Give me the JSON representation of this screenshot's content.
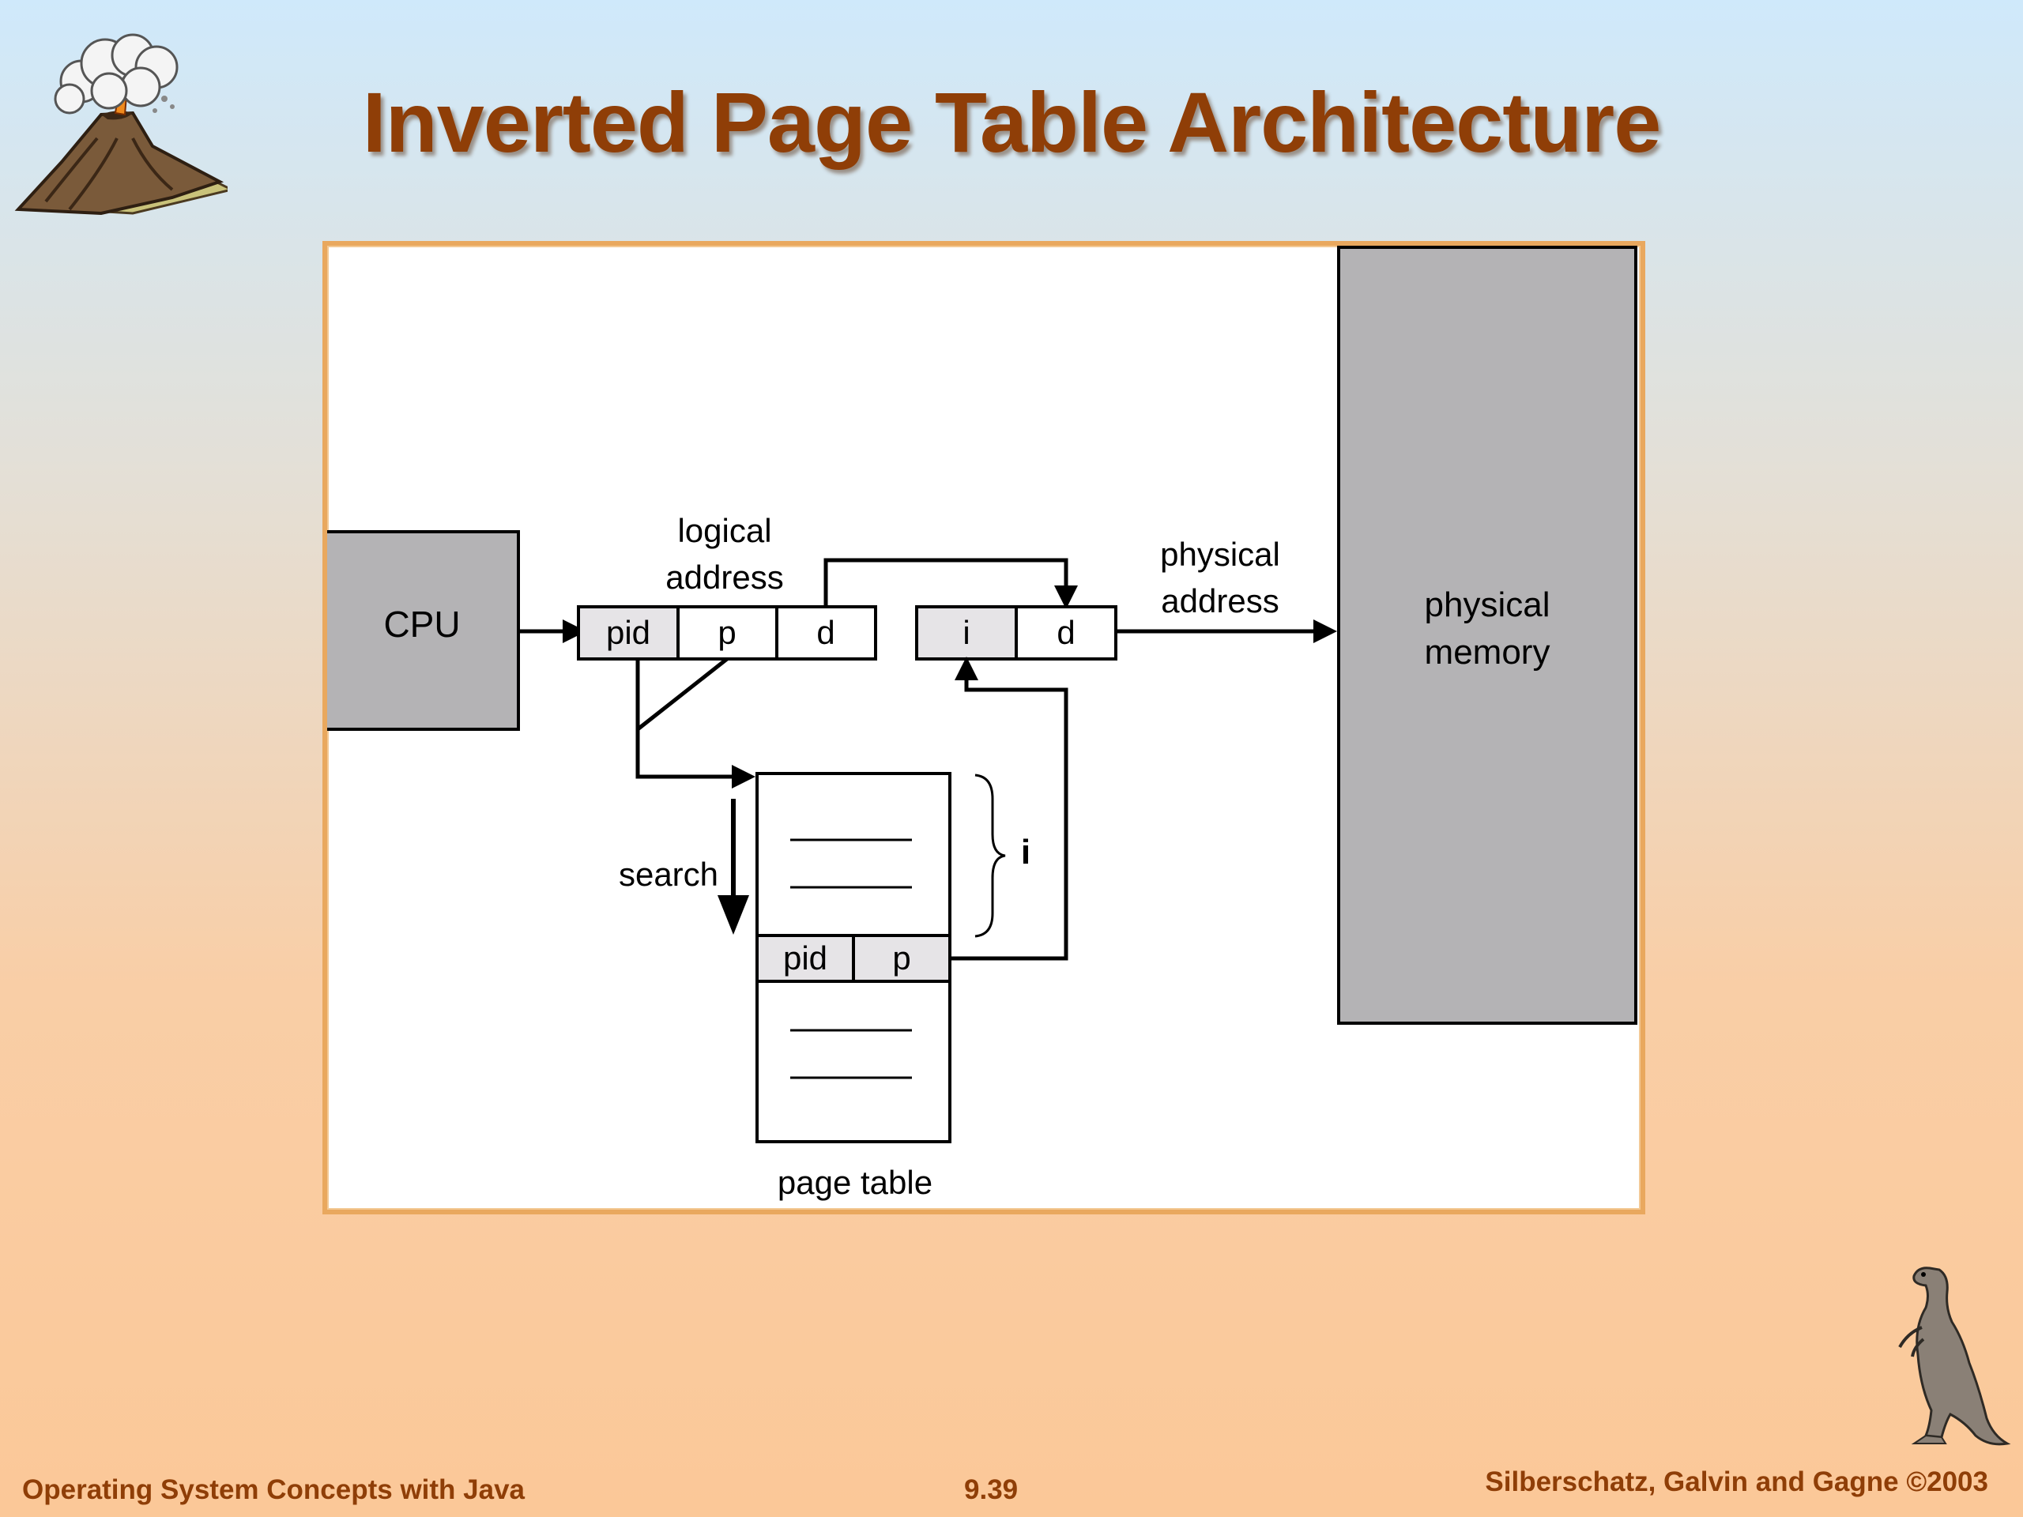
{
  "slide": {
    "title": "Inverted Page Table Architecture"
  },
  "diagram": {
    "cpu_label": "CPU",
    "logical_address_label_line1": "logical",
    "logical_address_label_line2": "address",
    "logical_fields": [
      "pid",
      "p",
      "d"
    ],
    "physical_fields": [
      "i",
      "d"
    ],
    "physical_address_label_line1": "physical",
    "physical_address_label_line2": "address",
    "physical_memory_label_line1": "physical",
    "physical_memory_label_line2": "memory",
    "search_label": "search",
    "index_label": "i",
    "page_table_fields": [
      "pid",
      "p"
    ],
    "page_table_label": "page table"
  },
  "footer": {
    "left": "Operating System Concepts with Java",
    "center": "9.39",
    "right": "Silberschatz, Galvin and Gagne ©2003"
  },
  "colors": {
    "title": "#8f3e07",
    "frame_border": "#e9a85e",
    "box_gray": "#b4b3b5",
    "field_gray": "#e6e4e7"
  },
  "icons": [
    "volcano-icon",
    "dinosaur-icon"
  ]
}
